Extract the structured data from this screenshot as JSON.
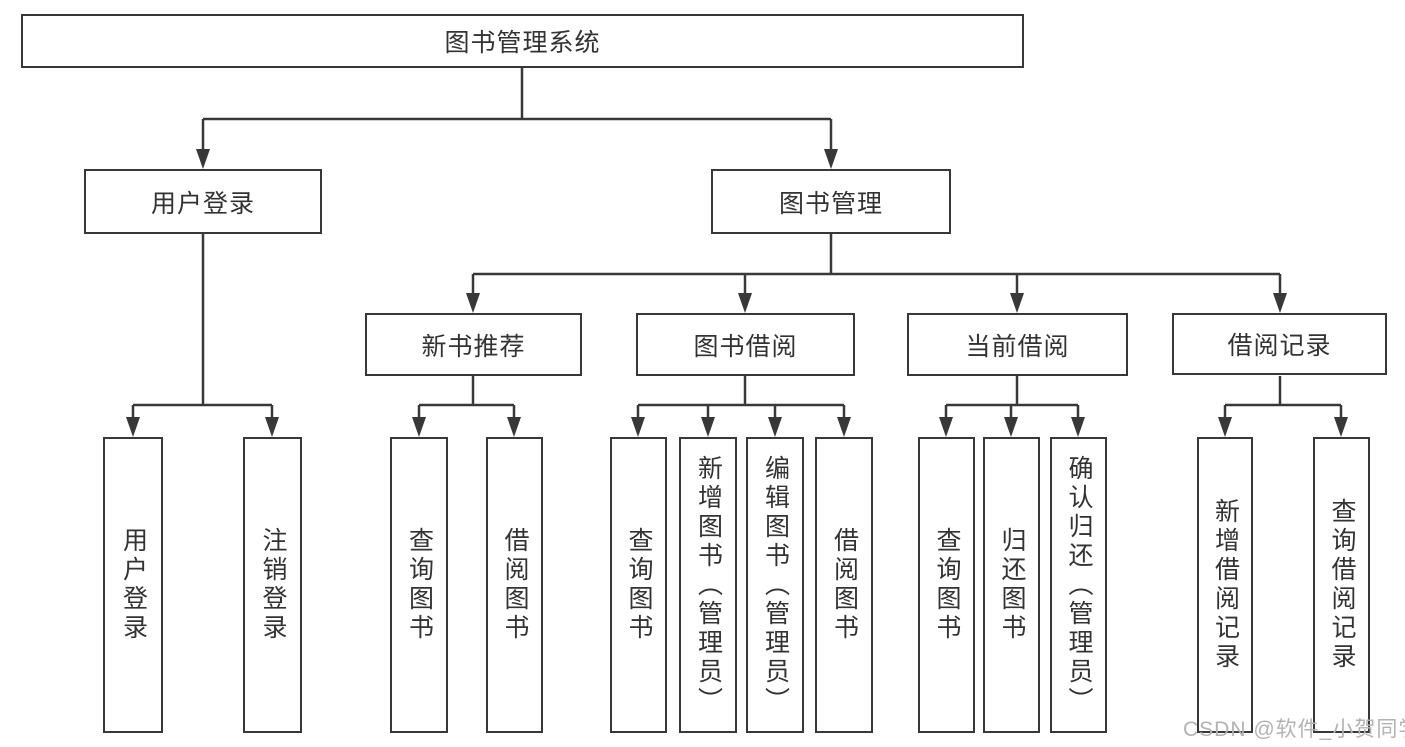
{
  "diagram": {
    "root": {
      "label": "图书管理系统"
    },
    "branches": [
      {
        "label": "用户登录",
        "children": [
          {
            "label": "用户登录"
          },
          {
            "label": "注销登录"
          }
        ]
      },
      {
        "label": "图书管理",
        "children": [
          {
            "label": "新书推荐",
            "children": [
              {
                "label": "查询图书"
              },
              {
                "label": "借阅图书"
              }
            ]
          },
          {
            "label": "图书借阅",
            "children": [
              {
                "label": "查询图书"
              },
              {
                "label": "新增图书（管理员）"
              },
              {
                "label": "编辑图书（管理员）"
              },
              {
                "label": "借阅图书"
              }
            ]
          },
          {
            "label": "当前借阅",
            "children": [
              {
                "label": "查询图书"
              },
              {
                "label": "归还图书"
              },
              {
                "label": "确认归还（管理员）"
              }
            ]
          },
          {
            "label": "借阅记录",
            "children": [
              {
                "label": "新增借阅记录"
              },
              {
                "label": "查询借阅记录"
              }
            ]
          }
        ]
      }
    ]
  },
  "watermark": {
    "text": "CSDN @软件_小贺同学"
  },
  "colors": {
    "line": "#383838",
    "node_text": "#333333",
    "node_background": "#ffffff",
    "watermark": "#b3b3b3",
    "background": "#ffffff"
  }
}
